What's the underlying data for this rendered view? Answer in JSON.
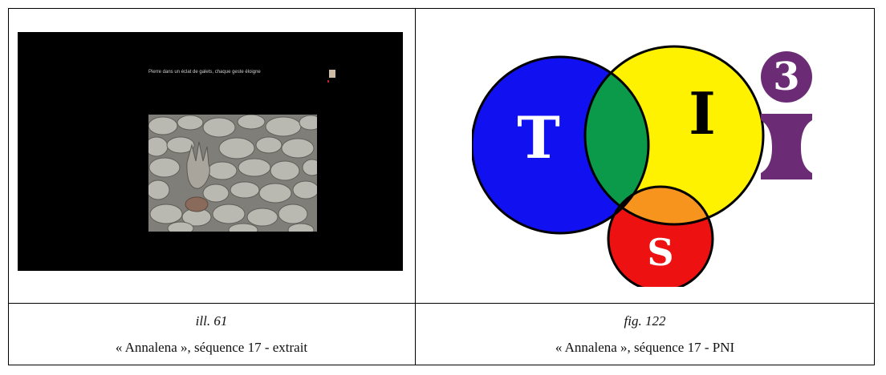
{
  "left_cell": {
    "screen_text": "Pierre dans un éclat de galets, chaque geste éloigne",
    "caption_title": "ill. 61",
    "caption_text": "« Annalena », séquence 17 - extrait"
  },
  "right_cell": {
    "logo": {
      "letters": [
        "T",
        "I",
        "S",
        "3"
      ],
      "colors": {
        "blue": "#1010f0",
        "yellow": "#fff200",
        "red": "#ee1111",
        "green": "#0a9a4a",
        "orange": "#f7941d",
        "magenta": "#ff00cc",
        "black": "#000000",
        "purple": "#6b2c75"
      }
    },
    "caption_title": "fig. 122",
    "caption_text": "« Annalena », séquence 17 - PNI"
  }
}
